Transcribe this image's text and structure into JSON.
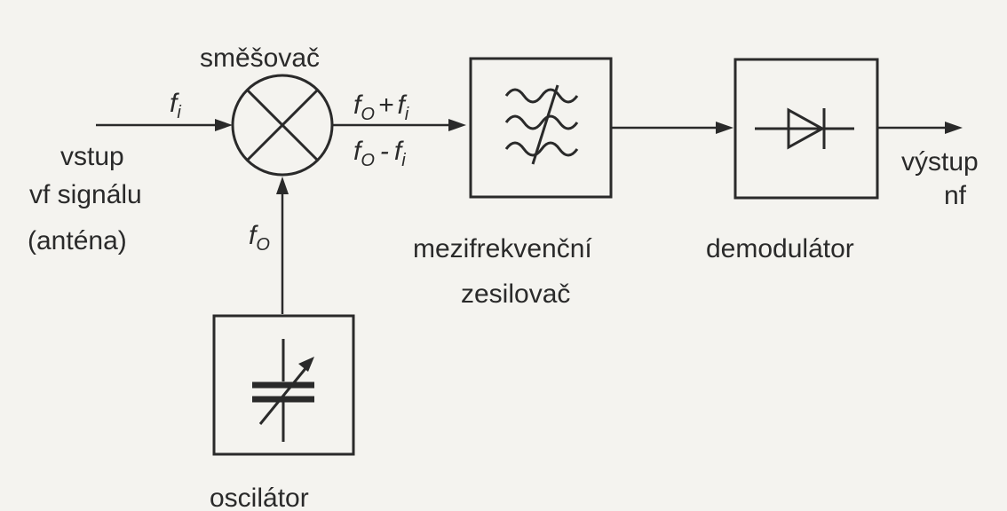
{
  "diagram": {
    "mixer": {
      "label": "směšovač"
    },
    "if_amplifier": {
      "label_line1": "mezifrekvenční",
      "label_line2": "zesilovač"
    },
    "demodulator": {
      "label": "demodulátor"
    },
    "oscillator": {
      "label": "oscilátor"
    },
    "input": {
      "line1": "vstup",
      "line2": "vf signálu",
      "line3": "(anténa)"
    },
    "output": {
      "line1": "výstup",
      "line2": "nf"
    },
    "signals": {
      "input_symbol": "f",
      "input_sub": "i",
      "osc_symbol": "f",
      "osc_sub": "O",
      "sum_f1": "f",
      "sum_sub1": "O",
      "sum_op": "+",
      "sum_f2": "f",
      "sum_sub2": "i",
      "diff_f1": "f",
      "diff_sub1": "O",
      "diff_op": "-",
      "diff_f2": "f",
      "diff_sub2": "i"
    }
  }
}
